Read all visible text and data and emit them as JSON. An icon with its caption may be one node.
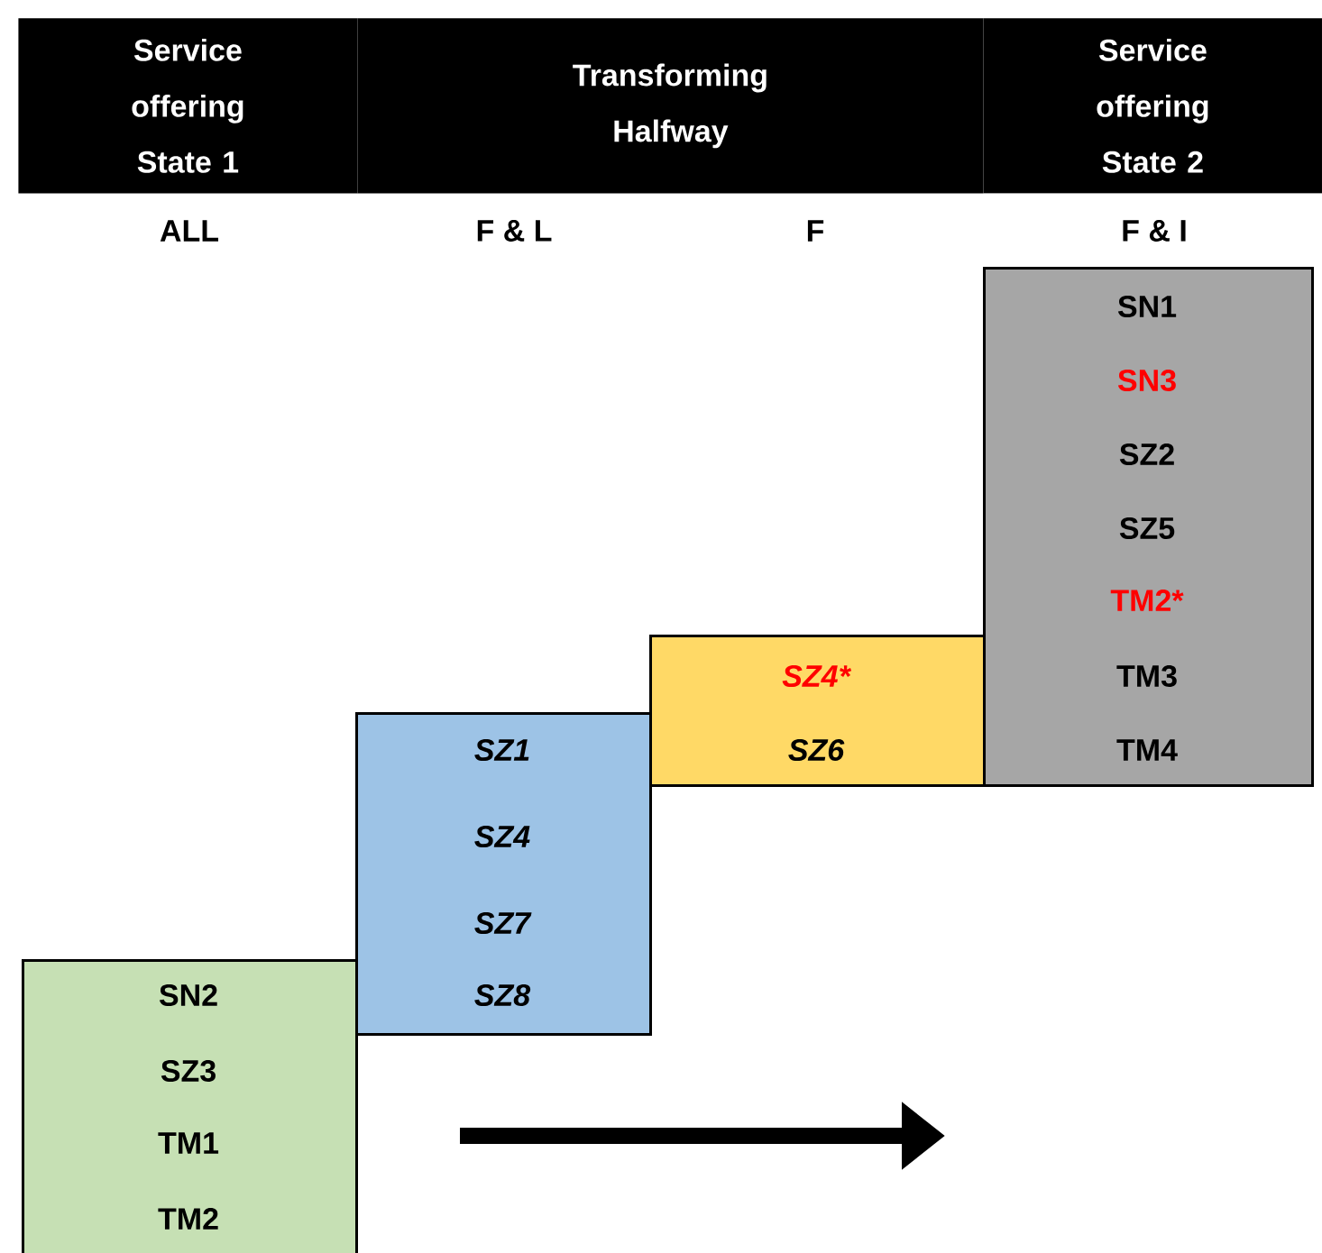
{
  "diagram": {
    "nodes": [
      {
        "text": [
          "Service offering State 1"
        ]
      },
      {
        "text": [
          "Transforming Halfway"
        ]
      },
      {
        "text": [
          "Service offering State 2"
        ]
      },
      {
        "text": [
          "SN2",
          "SZ3",
          "TM1",
          "TM2"
        ]
      },
      {
        "text": [
          "SZ1",
          "SZ4",
          "SZ7",
          "SZ8"
        ]
      },
      {
        "text": [
          "SZ4*",
          "SZ6"
        ]
      },
      {
        "text": [
          "SN1",
          "SN3",
          "SZ2",
          "SZ5",
          "TM2*",
          "TM3",
          "TM4"
        ]
      }
    ],
    "edges": [],
    "labels": [
      "ALL",
      "F & L",
      "F",
      "F & I"
    ]
  }
}
